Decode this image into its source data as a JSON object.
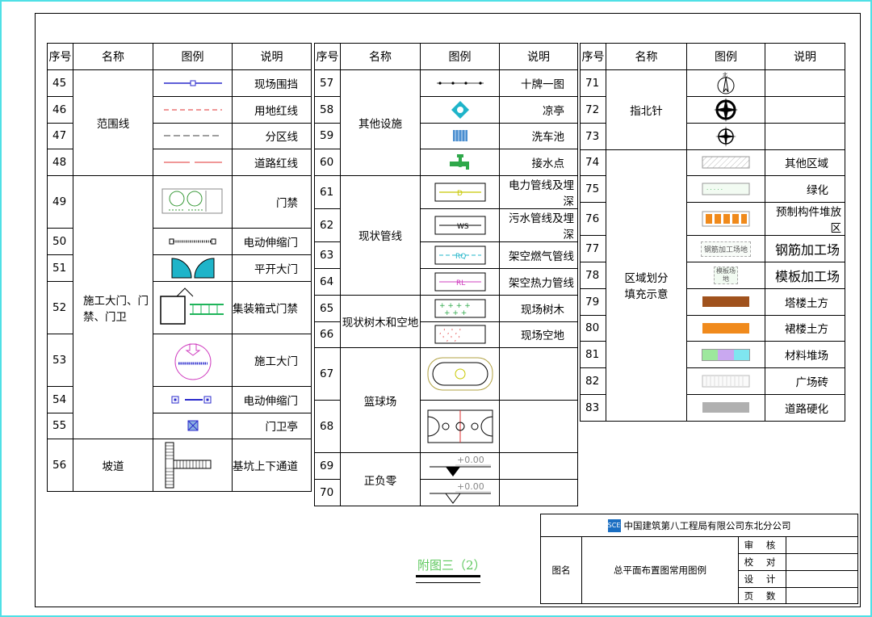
{
  "headers": {
    "no": "序号",
    "name": "名称",
    "legend": "图例",
    "desc": "说明"
  },
  "col1": {
    "names": {
      "boundary": "范围线",
      "gate": "施工大门、门禁、门卫",
      "ramp": "坡道"
    },
    "rows": [
      {
        "no": "45",
        "desc": "现场围挡"
      },
      {
        "no": "46",
        "desc": "用地红线"
      },
      {
        "no": "47",
        "desc": "分区线"
      },
      {
        "no": "48",
        "desc": "道路红线"
      },
      {
        "no": "49",
        "desc": "门禁"
      },
      {
        "no": "50",
        "desc": "电动伸缩门"
      },
      {
        "no": "51",
        "desc": "平开大门"
      },
      {
        "no": "52",
        "desc": "集装箱式门禁"
      },
      {
        "no": "53",
        "desc": "施工大门"
      },
      {
        "no": "54",
        "desc": "电动伸缩门"
      },
      {
        "no": "55",
        "desc": "门卫亭"
      },
      {
        "no": "56",
        "desc": "基坑上下通道"
      }
    ]
  },
  "col2": {
    "names": {
      "other": "其他设施",
      "pipe": "现状管线",
      "tree": "现状树木和空地",
      "court": "篮球场",
      "zero": "正负零"
    },
    "rows": [
      {
        "no": "57",
        "desc": "十牌一图"
      },
      {
        "no": "58",
        "desc": "凉亭"
      },
      {
        "no": "59",
        "desc": "洗车池"
      },
      {
        "no": "60",
        "desc": "接水点"
      },
      {
        "no": "61",
        "desc": "电力管线及埋深"
      },
      {
        "no": "62",
        "desc": "污水管线及埋深"
      },
      {
        "no": "63",
        "desc": "架空燃气管线"
      },
      {
        "no": "64",
        "desc": "架空热力管线"
      },
      {
        "no": "65",
        "desc": "现场树木"
      },
      {
        "no": "66",
        "desc": "现场空地"
      },
      {
        "no": "67",
        "desc": ""
      },
      {
        "no": "68",
        "desc": ""
      },
      {
        "no": "69",
        "desc": ""
      },
      {
        "no": "70",
        "desc": ""
      }
    ],
    "zero_marks": [
      "+0.00",
      "+0.00"
    ],
    "pipe_labels": {
      "power": "D",
      "sewage": "WS",
      "gas": "RQ",
      "heat": "RL"
    }
  },
  "col3": {
    "names": {
      "north": "指北针",
      "zone": "区域划分填充示意"
    },
    "rows": [
      {
        "no": "71",
        "desc": ""
      },
      {
        "no": "72",
        "desc": ""
      },
      {
        "no": "73",
        "desc": ""
      },
      {
        "no": "74",
        "desc": "其他区域"
      },
      {
        "no": "75",
        "desc": "绿化"
      },
      {
        "no": "76",
        "desc": "预制构件堆放区"
      },
      {
        "no": "77",
        "desc": "钢筋加工场"
      },
      {
        "no": "78",
        "desc": "模板加工场"
      },
      {
        "no": "79",
        "desc": "塔楼土方"
      },
      {
        "no": "80",
        "desc": "裙楼土方"
      },
      {
        "no": "81",
        "desc": "材料堆场"
      },
      {
        "no": "82",
        "desc": "广场砖"
      },
      {
        "no": "83",
        "desc": "道路硬化"
      }
    ],
    "north_letter": "北",
    "rebar_swatch_text": "钢筋加工场地",
    "formwork_swatch_text": "模板场地"
  },
  "sheet_label": "附图三（2）",
  "title_block": {
    "company": "中国建筑第八工程局有限公司东北分公司",
    "logo_text": "CSCEC",
    "drawing_name_label": "图名",
    "drawing_name": "总平面布置图常用图例",
    "signatures": [
      "审 核",
      "校 对",
      "设 计",
      "页 数"
    ]
  },
  "colors": {
    "border_cyan": "#4fe0e6",
    "brown": "#a0521d",
    "orange": "#f08a1c",
    "gray": "#b0b0b0",
    "red_line": "#e03030",
    "blue_line": "#2a2acc",
    "cyan_sym": "#1fb4c9",
    "sheet_label": "#5ec85e"
  }
}
